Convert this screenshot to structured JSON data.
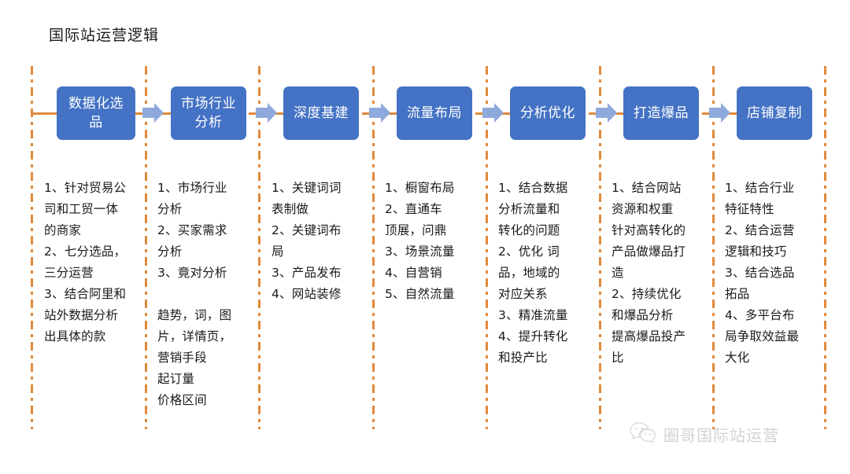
{
  "title": "国际站运营逻辑",
  "accent_color": "#E08A3C",
  "box_color": "#4472C4",
  "arrow_color": "#8EA9DB",
  "stages": [
    {
      "label": "数据化选品",
      "label_line1": "数据化选",
      "label_line2": "品"
    },
    {
      "label": "市场行业分析",
      "label_line1": "市场行业",
      "label_line2": "分析"
    },
    {
      "label": "深度基建",
      "label_line1": "深度基建",
      "label_line2": ""
    },
    {
      "label": "流量布局",
      "label_line1": "流量布局",
      "label_line2": ""
    },
    {
      "label": "分析优化",
      "label_line1": "分析优化",
      "label_line2": ""
    },
    {
      "label": "打造爆品",
      "label_line1": "打造爆品",
      "label_line2": ""
    },
    {
      "label": "店铺复制",
      "label_line1": "店铺复制",
      "label_line2": ""
    }
  ],
  "columns": [
    {
      "body": "1、针对贸易公\n司和工贸一体\n的商家\n2、七分选品，\n三分运营\n3、结合阿里和\n站外数据分析\n出具体的款"
    },
    {
      "body": "1、市场行业\n分析\n2、买家需求\n分析\n3、竟对分析\n\n趋势，词，图\n片，详情页，\n营销手段\n起订量\n价格区间"
    },
    {
      "body": "1、关键词词\n表制做\n2、关键词布\n局\n3、产品发布\n4、网站装修"
    },
    {
      "body": "1、橱窗布局\n2、直通车\n顶展，问鼎\n3、场景流量\n4、自营销\n5、自然流量"
    },
    {
      "body": "1、结合数据\n分析流量和\n转化的问题\n2、优化 词\n品，地域的\n对应关系\n3、精准流量\n4、提升转化\n和投产比"
    },
    {
      "body": "1、结合网站\n资源和权重\n针对高转化的\n产品做爆品打\n造\n2、持续优化\n和爆品分析\n提高爆品投产\n比"
    },
    {
      "body": "1、结合行业\n特征特性\n2、结合运营\n逻辑和技巧\n3、结合选品\n拓品\n4、多平台布\n局争取效益最\n大化"
    }
  ],
  "watermark": {
    "icon": "wechat-icon",
    "text": "圈哥国际站运营"
  }
}
